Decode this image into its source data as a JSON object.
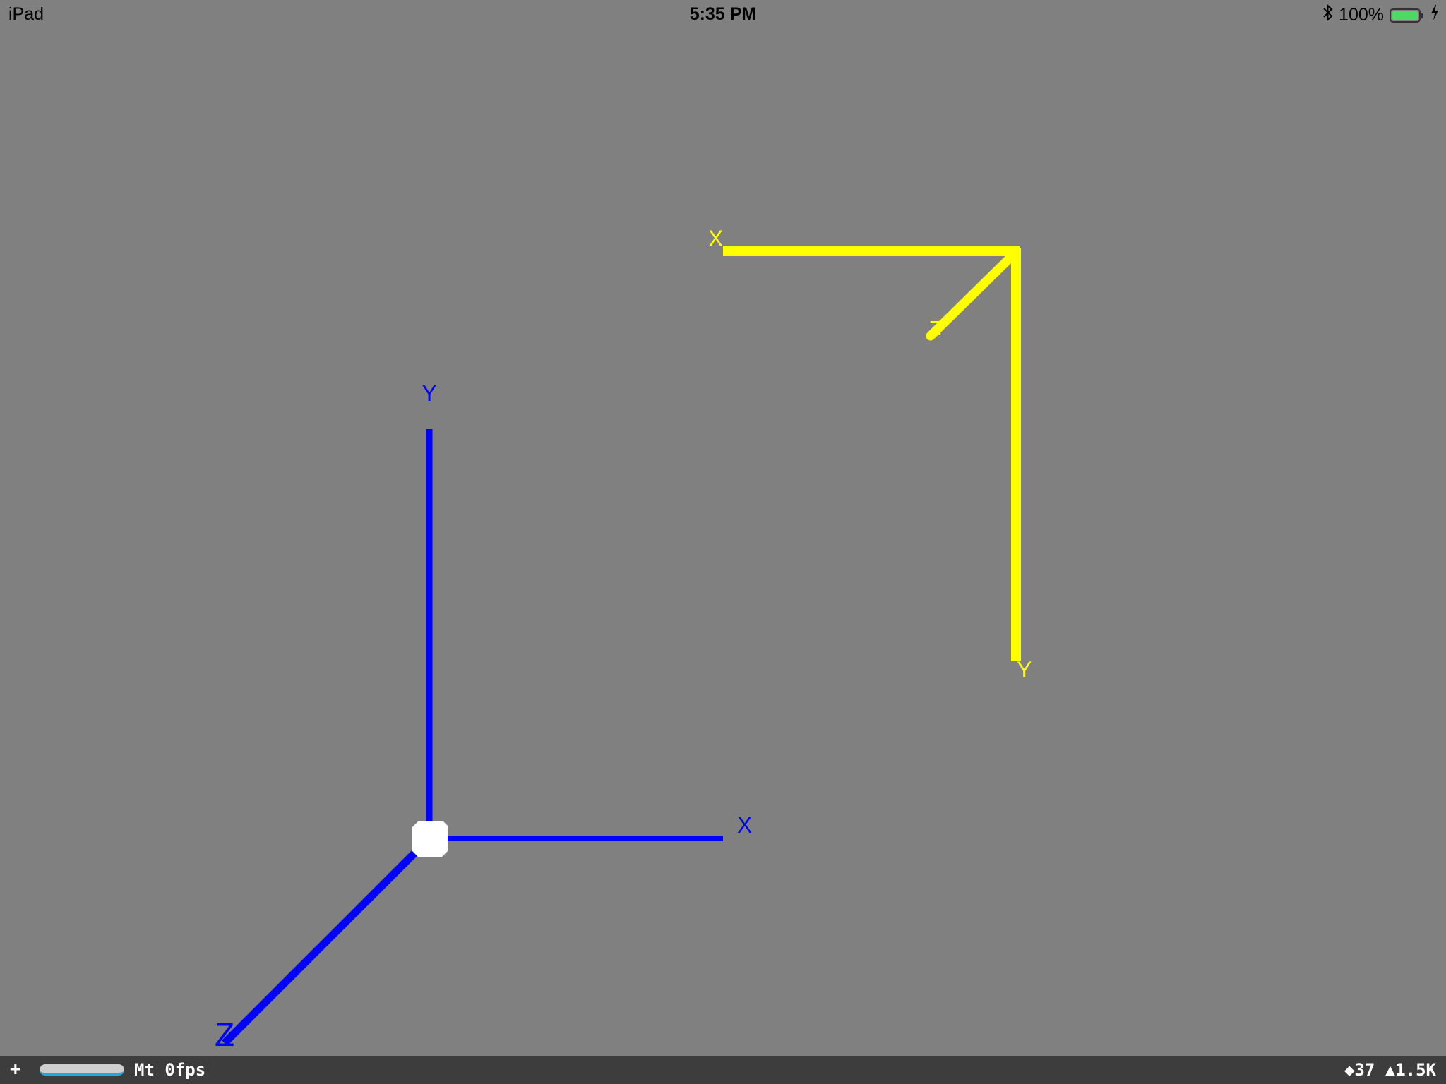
{
  "status_bar": {
    "device": "iPad",
    "time": "5:35 PM",
    "bluetooth_icon": "bluetooth-icon",
    "battery_percent": "100%",
    "battery_level": 1.0,
    "battery_color": "#4cd964",
    "charging_icon": "bolt-icon"
  },
  "scene": {
    "background": "#808080",
    "blue_gizmo": {
      "color": "#0000ff",
      "labels": {
        "x": "X",
        "y": "Y",
        "z": "Z"
      }
    },
    "yellow_gizmo": {
      "color": "#ffff00",
      "labels": {
        "x": "X",
        "y": "Y",
        "z": "Z"
      }
    },
    "origin_handle_color": "#ffffff"
  },
  "stats_bar": {
    "add_icon": "+",
    "mode_fps": "Mt 0fps",
    "counts": "◆37 ▲1.5K",
    "progress_color": "#1fa9e0"
  }
}
